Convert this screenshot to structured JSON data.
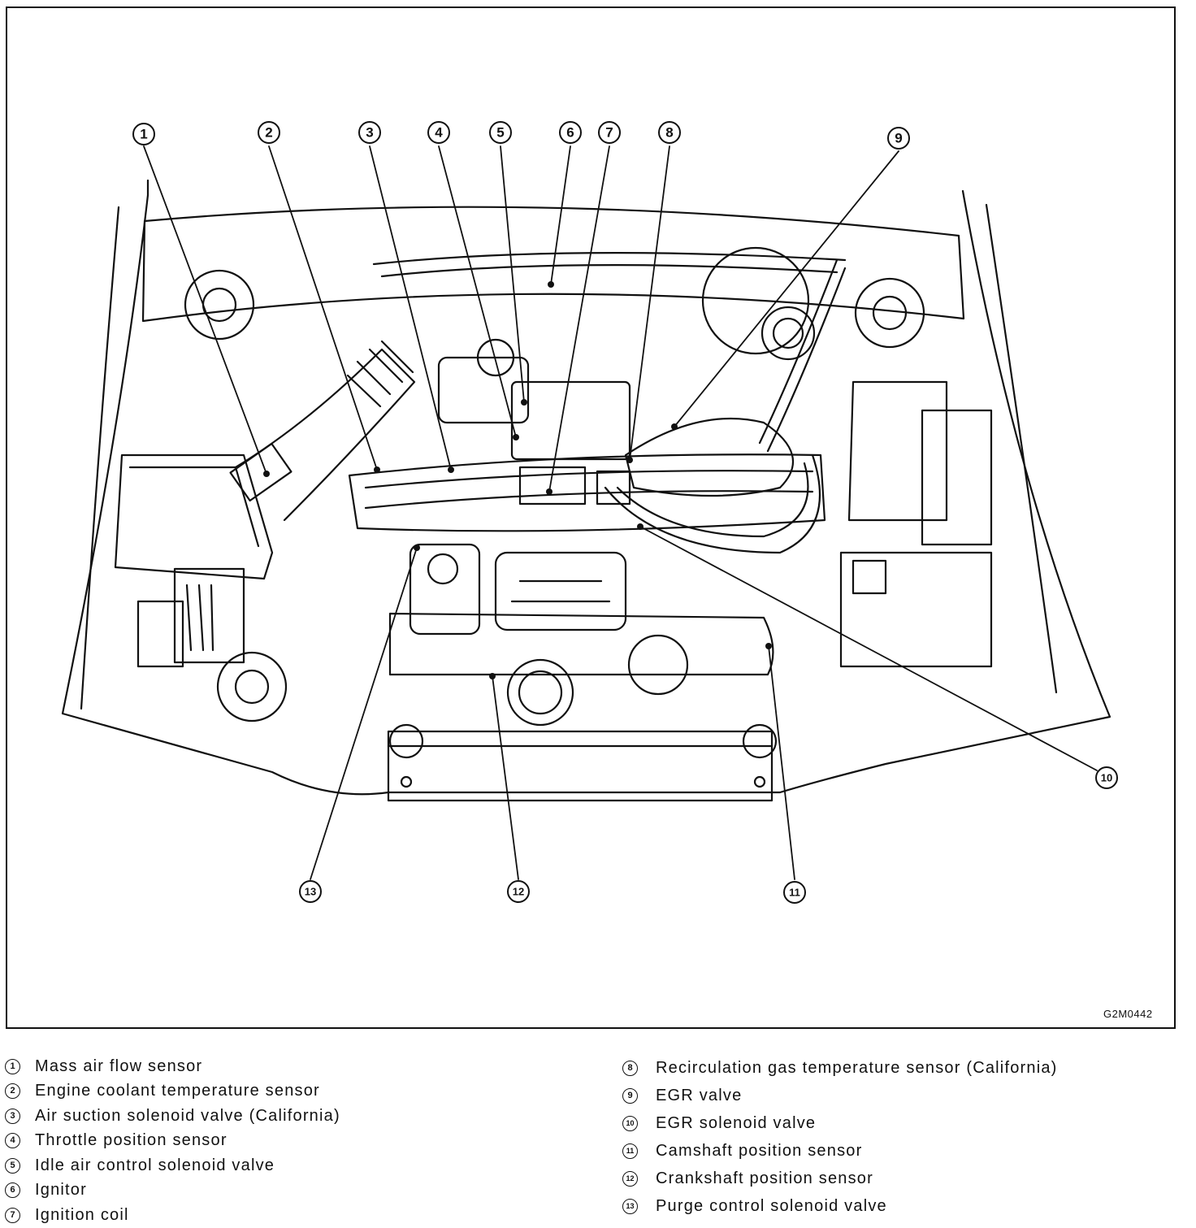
{
  "figure": {
    "code": "G2M0442",
    "callouts": [
      "1",
      "2",
      "3",
      "4",
      "5",
      "6",
      "7",
      "8",
      "9",
      "10",
      "11",
      "12",
      "13"
    ]
  },
  "legend": {
    "left": [
      {
        "num": "1",
        "text": "Mass air flow sensor"
      },
      {
        "num": "2",
        "text": "Engine coolant temperature sensor"
      },
      {
        "num": "3",
        "text": "Air suction solenoid valve (California)"
      },
      {
        "num": "4",
        "text": "Throttle position sensor"
      },
      {
        "num": "5",
        "text": "Idle air control solenoid valve"
      },
      {
        "num": "6",
        "text": "Ignitor"
      },
      {
        "num": "7",
        "text": "Ignition coil"
      }
    ],
    "right": [
      {
        "num": "8",
        "text": "Recirculation gas temperature sensor (California)"
      },
      {
        "num": "9",
        "text": "EGR valve"
      },
      {
        "num": "10",
        "text": "EGR solenoid valve"
      },
      {
        "num": "11",
        "text": "Camshaft position sensor"
      },
      {
        "num": "12",
        "text": "Crankshaft position sensor"
      },
      {
        "num": "13",
        "text": "Purge control solenoid valve"
      }
    ]
  }
}
